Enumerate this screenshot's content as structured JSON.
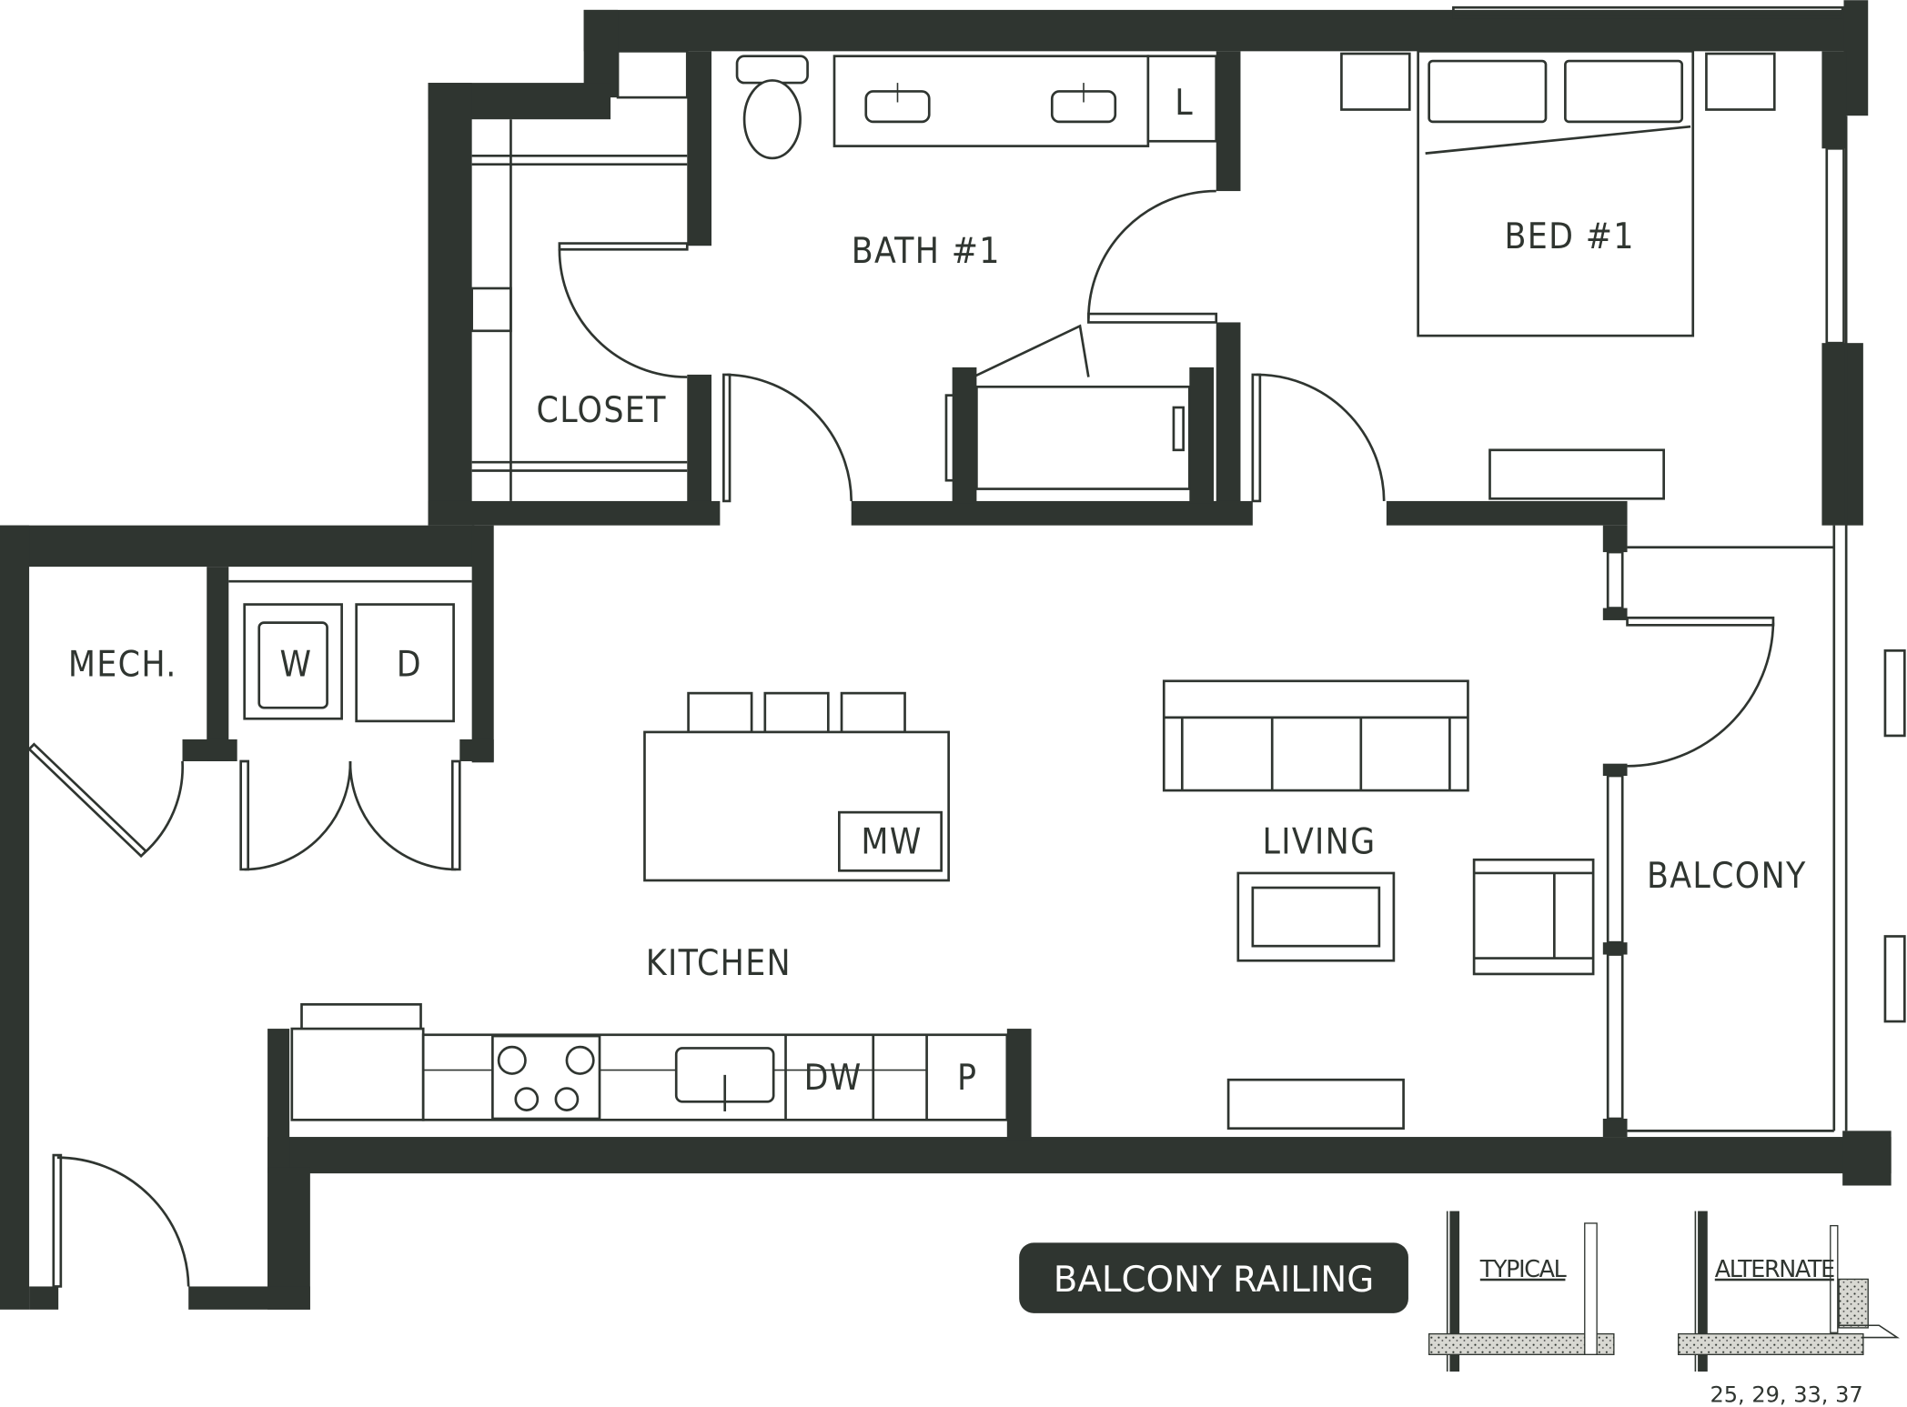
{
  "floor_plan": {
    "rooms": {
      "bath": "BATH #1",
      "bed": "BED #1",
      "closet": "CLOSET",
      "mech": "MECH.",
      "kitchen": "KITCHEN",
      "living": "LIVING",
      "balcony": "BALCONY"
    },
    "fixtures": {
      "linen": "L",
      "washer": "W",
      "dryer": "D",
      "microwave": "MW",
      "dishwasher": "DW",
      "pantry": "P"
    }
  },
  "legend": {
    "title": "BALCONY RAILING",
    "typical": "TYPICAL",
    "alternate": "ALTERNATE",
    "alternate_units": "25, 29, 33, 37"
  },
  "colors": {
    "wall": "#2f3530",
    "background": "#ffffff"
  }
}
